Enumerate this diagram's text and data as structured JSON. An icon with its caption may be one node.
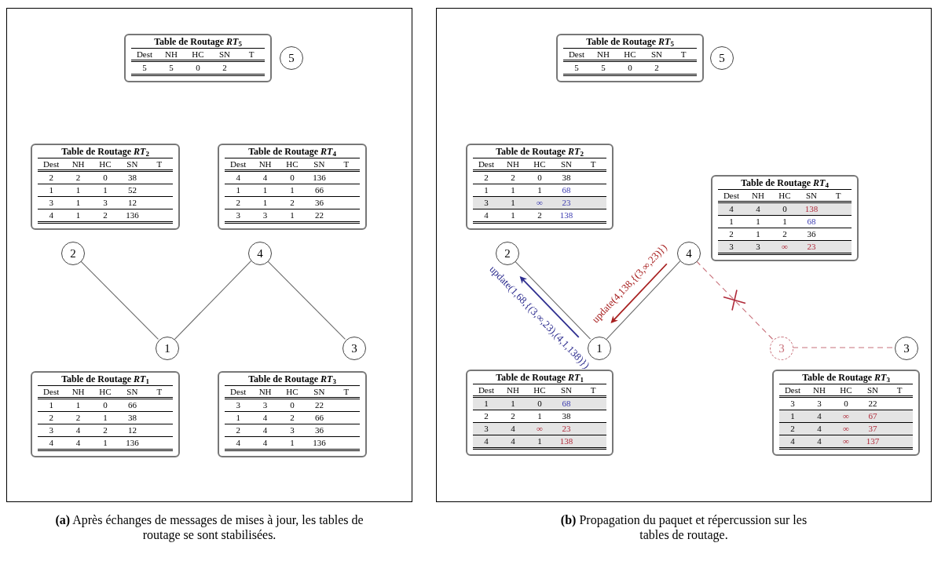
{
  "diagram": {
    "nodes": [
      {
        "text": [],
        "shape": "box",
        "beside": [
          "**(a)** Après échanges de messages de mises à jour, les tables de routage se sont stabilisées."
        ]
      },
      {
        "text": [
          "Table de Routage *RT*$_{5}$",
          "Dest",
          "NH",
          "HC",
          "SN",
          "T",
          "5",
          "5",
          "0",
          "2"
        ],
        "in": 0
      },
      {
        "text": [
          "5"
        ],
        "in": 0
      },
      {
        "text": [
          "Table de Routage *RT*$_{2}$",
          "Dest",
          "NH",
          "HC",
          "SN",
          "T",
          "2",
          "2",
          "0",
          "38",
          "1",
          "1",
          "1",
          "52",
          "3",
          "1",
          "3",
          "12",
          "4",
          "1",
          "2",
          "136"
        ],
        "in": 0
      },
      {
        "text": [
          "Table de Routage *RT*$_{4}$",
          "Dest",
          "NH",
          "HC",
          "SN",
          "T",
          "4",
          "4",
          "0",
          "136",
          "1",
          "1",
          "1",
          "66",
          "2",
          "1",
          "2",
          "36",
          "3",
          "3",
          "1",
          "22"
        ],
        "in": 0
      },
      {
        "text": [
          "2"
        ],
        "in": 0
      },
      {
        "text": [
          "4"
        ],
        "in": 0
      },
      {
        "text": [
          "1"
        ],
        "in": 0
      },
      {
        "text": [
          "3"
        ],
        "in": 0
      },
      {
        "text": [
          "Table de Routage *RT*$_{1}$",
          "Dest",
          "NH",
          "HC",
          "SN",
          "T",
          "1",
          "1",
          "0",
          "66",
          "2",
          "2",
          "1",
          "38",
          "3",
          "4",
          "2",
          "12",
          "4",
          "4",
          "1",
          "136"
        ],
        "in": 0
      },
      {
        "text": [
          "Table de Routage *RT*$_{3}$",
          "Dest",
          "NH",
          "HC",
          "SN",
          "T",
          "3",
          "3",
          "0",
          "22",
          "1",
          "4",
          "2",
          "66",
          "2",
          "4",
          "3",
          "36",
          "4",
          "4",
          "1",
          "136"
        ],
        "in": 0
      },
      {
        "text": [],
        "shape": "box",
        "beside": [
          "**(b)** Propagation du paquet et répercussion sur les tables de routage."
        ]
      },
      {
        "text": [
          "Table de Routage *RT*$_{5}$",
          "Dest",
          "NH",
          "HC",
          "SN",
          "T",
          "5",
          "5",
          "0",
          "2"
        ],
        "in": 11
      },
      {
        "text": [
          "5"
        ],
        "in": 11
      },
      {
        "text": [
          "Table de Routage *RT*$_{2}$",
          "Dest",
          "NH",
          "HC",
          "SN",
          "T",
          "2",
          "2",
          "0",
          "38",
          "1",
          "1",
          "1",
          "68",
          "3",
          "1",
          "∞",
          "23",
          "4",
          "1",
          "2",
          "138"
        ],
        "in": 11
      },
      {
        "text": [
          "Table de Routage *RT*$_{4}$",
          "Dest",
          "NH",
          "HC",
          "SN",
          "T",
          "4",
          "4",
          "0",
          "138",
          "1",
          "1",
          "1",
          "68",
          "2",
          "1",
          "2",
          "36",
          "3",
          "3",
          "∞",
          "23"
        ],
        "in": 11
      },
      {
        "text": [
          "2"
        ],
        "in": 11
      },
      {
        "text": [
          "4"
        ],
        "in": 11
      },
      {
        "text": [
          "1"
        ],
        "in": 11
      },
      {
        "text": [
          "3"
        ],
        "in": 11
      },
      {
        "text": [
          "3"
        ],
        "in": 11
      },
      {
        "text": [
          "Table de Routage *RT*$_{1}$",
          "Dest",
          "NH",
          "HC",
          "SN",
          "T",
          "1",
          "1",
          "0",
          "68",
          "2",
          "2",
          "1",
          "38",
          "3",
          "4",
          "∞",
          "23",
          "4",
          "4",
          "1",
          "138"
        ],
        "in": 11
      },
      {
        "text": [
          "Table de Routage *RT*$_{3}$",
          "Dest",
          "NH",
          "HC",
          "SN",
          "T",
          "3",
          "3",
          "0",
          "22",
          "1",
          "4",
          "∞",
          "67",
          "2",
          "4",
          "∞",
          "37",
          "4",
          "4",
          "∞",
          "137"
        ],
        "in": 11
      }
    ],
    "edges": [
      {
        "from": 5,
        "to": 7,
        "arrow": "none"
      },
      {
        "from": 7,
        "to": 6,
        "arrow": "none"
      },
      {
        "from": 6,
        "to": 8,
        "arrow": "none"
      },
      {
        "from": 16,
        "to": 18,
        "arrow": "none"
      },
      {
        "from": 18,
        "to": 17,
        "arrow": "none"
      },
      {
        "from": 17,
        "to": 19,
        "arrow": "none",
        "style": "dashed",
        "color": "#c8707a"
      },
      {
        "from": 19,
        "to": 20,
        "arrow": "none",
        "style": "dashed",
        "color": "#c8707a"
      },
      {
        "from": 18,
        "to": 16,
        "arrow": "to",
        "label": "update(1,68,{(3,∞,23),(4,1,138)})",
        "color": "#2e2e8f"
      },
      {
        "from": 17,
        "to": 18,
        "arrow": "to",
        "label": "update(4,138,{(3,∞,23)})",
        "color": "#a82020"
      }
    ]
  }
}
